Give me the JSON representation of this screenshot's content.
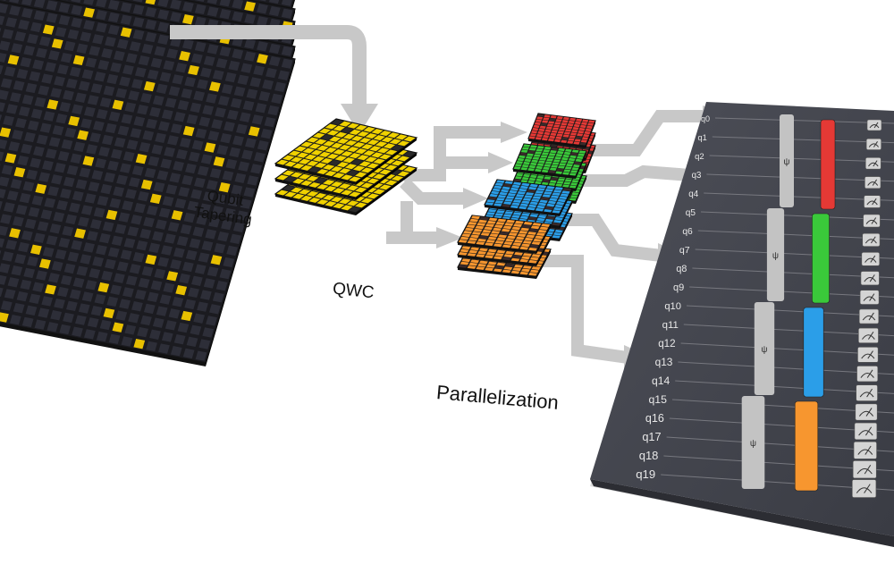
{
  "labels": {
    "tapering_line1": "Qubit",
    "tapering_line2": "Tapering",
    "qwc": "QWC",
    "parallelization": "Parallelization"
  },
  "circuit": {
    "qubits": [
      "q0",
      "q1",
      "q2",
      "q3",
      "q4",
      "q5",
      "q6",
      "q7",
      "q8",
      "q9",
      "q10",
      "q11",
      "q12",
      "q13",
      "q14",
      "q15",
      "q16",
      "q17",
      "q18",
      "q19"
    ],
    "groups": [
      {
        "color": "#e53935",
        "qubits": [
          0,
          4
        ]
      },
      {
        "color": "#3ac93a",
        "qubits": [
          5,
          9
        ]
      },
      {
        "color": "#2b9ee8",
        "qubits": [
          10,
          14
        ]
      },
      {
        "color": "#f7962f",
        "qubits": [
          15,
          19
        ]
      }
    ]
  },
  "colors": {
    "board": "#44464f",
    "arrow": "#c7c7c7",
    "hamiltonian": "#2b2b33",
    "tapered": "#f0d200",
    "qwc_red": "#e53935",
    "qwc_green": "#3ac93a",
    "qwc_blue": "#2b9ee8",
    "qwc_orange": "#f7962f"
  },
  "icons": {
    "measure": "meter-icon"
  }
}
